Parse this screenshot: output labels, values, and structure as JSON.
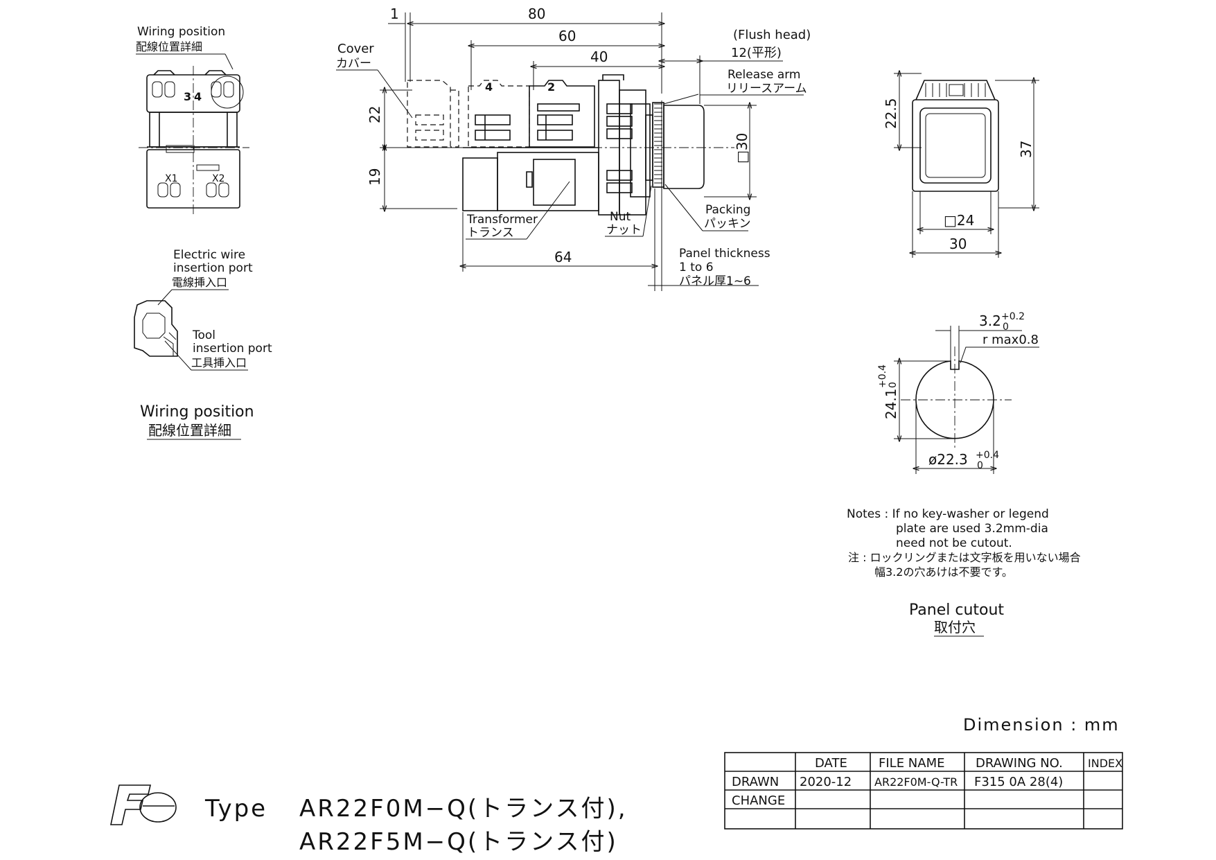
{
  "labels": {
    "wiring_position_top_en": "Wiring position",
    "wiring_position_top_jp": "配線位置詳細",
    "terminal_3": "3",
    "terminal_4": "4",
    "terminal_x1": "X1",
    "terminal_x2": "X2",
    "electric_wire_line1": "Electric wire",
    "electric_wire_line2": "insertion port",
    "electric_wire_jp": "電線挿入口",
    "tool_line1": "Tool",
    "tool_line2": "insertion port",
    "tool_jp": "工具挿入口",
    "wiring_position_en": "Wiring position",
    "wiring_position_jp": "配線位置詳細",
    "cover_en": "Cover",
    "cover_jp": "カバー",
    "flush_head_en": "(Flush head)",
    "flush_head_dim": "12(平形)",
    "release_arm_en": "Release arm",
    "release_arm_jp": "リリースアーム",
    "contact_4": "4",
    "contact_2": "2",
    "transformer_en": "Transformer",
    "transformer_jp": "トランス",
    "nut_en": "Nut",
    "nut_jp": "ナット",
    "packing_en": "Packing",
    "packing_jp": "パッキン",
    "panel_thickness_en": "Panel thickness",
    "panel_thickness_range": "1 to 6",
    "panel_thickness_jp": "パネル厚1~6",
    "panel_cutout_en": "Panel cutout",
    "panel_cutout_jp": "取付穴"
  },
  "dimensions": {
    "d1": "1",
    "d80": "80",
    "d60": "60",
    "d40": "40",
    "d22": "22",
    "d19": "19",
    "d64": "64",
    "sq30": "□30",
    "d22_5": "22.5",
    "d37": "37",
    "sq24": "□24",
    "d30": "30",
    "key_width": "3.2",
    "key_width_tol_upper": "+0.2",
    "key_width_tol_lower": "0",
    "r_max": "r max0.8",
    "cut_height": "24.1",
    "cut_height_tol_upper": "+0.4",
    "cut_height_tol_lower": "0",
    "cut_dia": "ø22.3",
    "cut_dia_tol_upper": "+0.4",
    "cut_dia_tol_lower": "0"
  },
  "notes": {
    "en_line1": "Notes : If no key-washer or legend",
    "en_line2": "plate are used 3.2mm-dia",
    "en_line3": "need not be cutout.",
    "jp_line1": "注 : ロックリングまたは文字板を用いない場合",
    "jp_line2": "幅3.2の穴あけは不要です。"
  },
  "footer": {
    "dimension_unit": "Dimension : mm",
    "logo_text": "Fe",
    "type_label": "Type",
    "model_line1": "AR22F0M−Q(トランス付),",
    "model_line2": "AR22F5M−Q(トランス付)"
  },
  "title_block": {
    "headers": [
      "",
      "DATE",
      "FILE NAME",
      "DRAWING NO.",
      "INDEX"
    ],
    "rows": [
      [
        "DRAWN",
        "2020-12",
        "AR22F0M-Q-TR",
        "F315 0A 28(4)",
        ""
      ],
      [
        "CHANGE",
        "",
        "",
        "",
        ""
      ],
      [
        "",
        "",
        "",
        "",
        ""
      ]
    ]
  }
}
